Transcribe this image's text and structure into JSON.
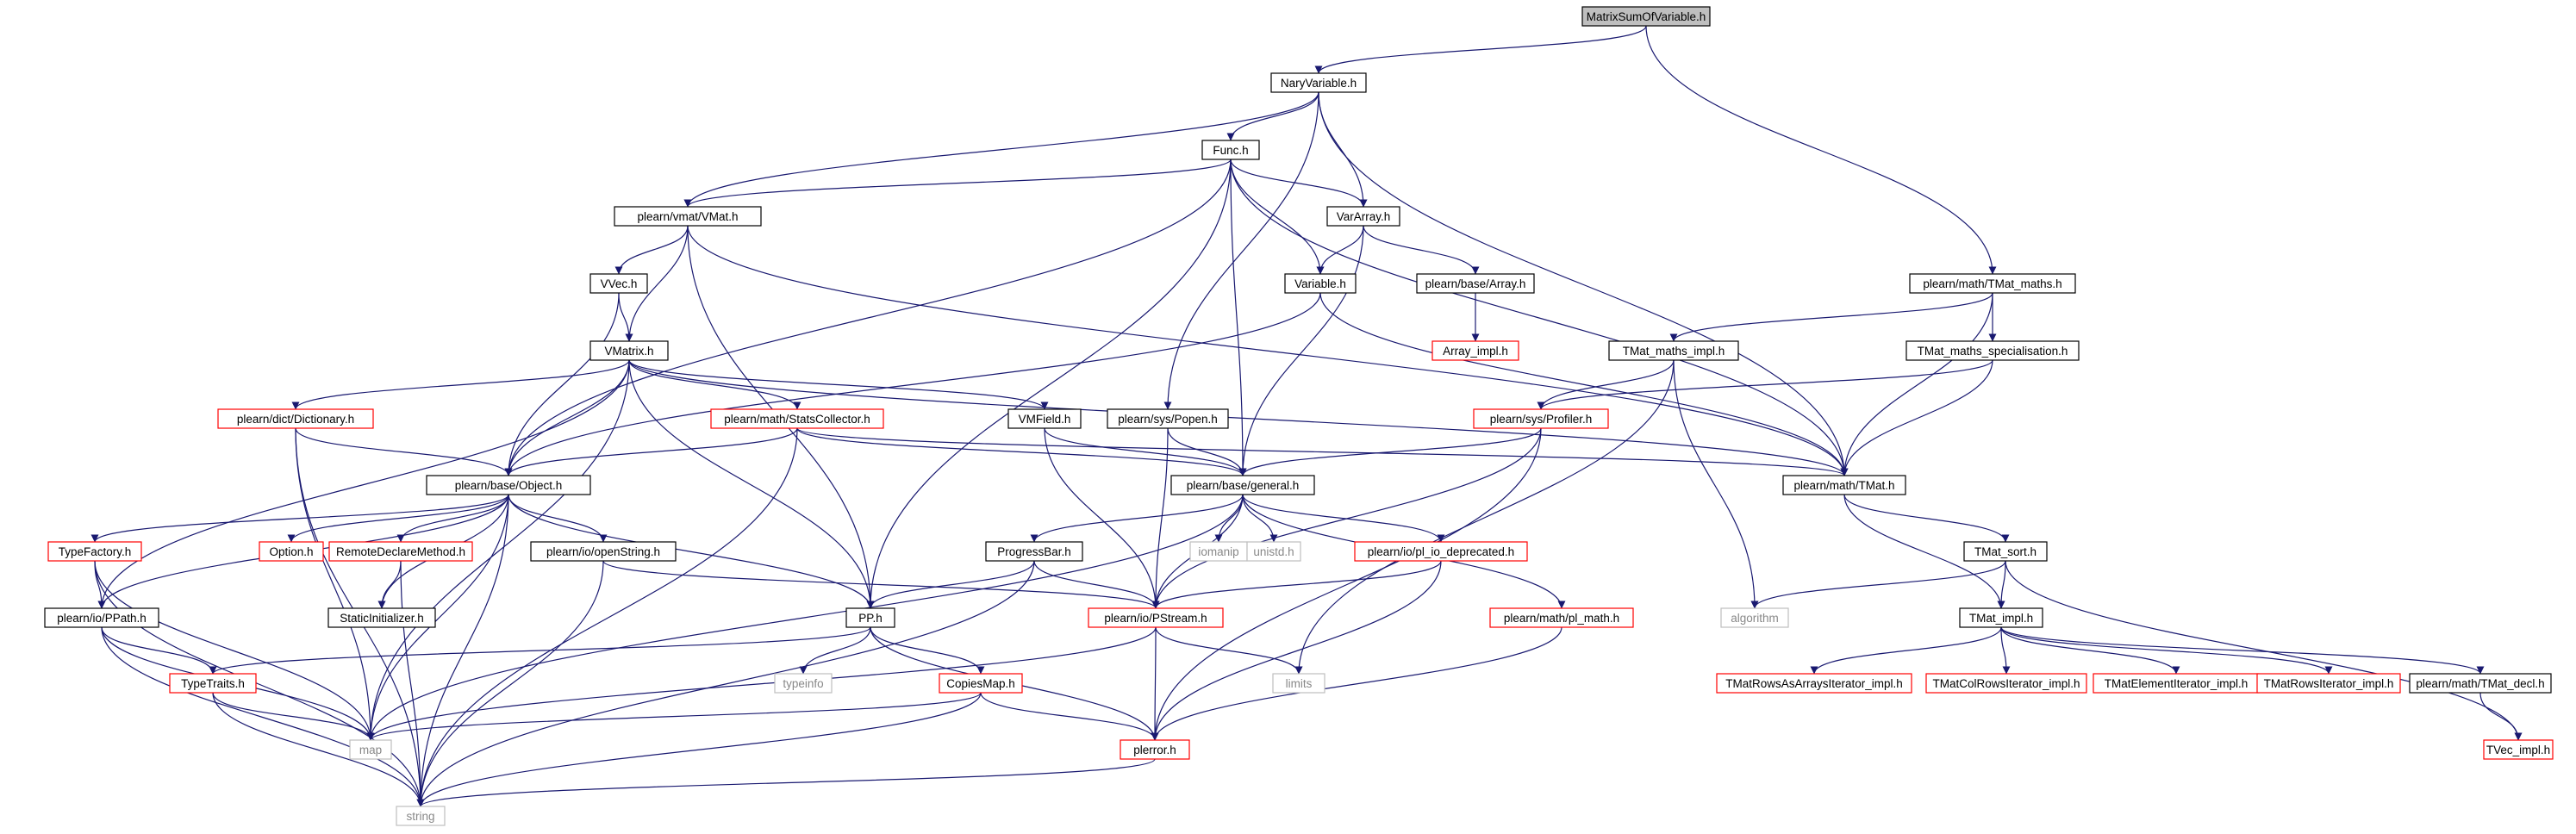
{
  "graph": {
    "edge_color": "#191970",
    "nodes": [
      {
        "id": "root",
        "label": "MatrixSumOfVariable.h",
        "style": "root"
      },
      {
        "id": "nary",
        "label": "NaryVariable.h",
        "style": "black"
      },
      {
        "id": "func",
        "label": "Func.h",
        "style": "black"
      },
      {
        "id": "vmat",
        "label": "plearn/vmat/VMat.h",
        "style": "black"
      },
      {
        "id": "vararray",
        "label": "VarArray.h",
        "style": "black"
      },
      {
        "id": "variable",
        "label": "Variable.h",
        "style": "black"
      },
      {
        "id": "basearray",
        "label": "plearn/base/Array.h",
        "style": "black"
      },
      {
        "id": "arrayimpl",
        "label": "Array_impl.h",
        "style": "red"
      },
      {
        "id": "vvec",
        "label": "VVec.h",
        "style": "black"
      },
      {
        "id": "vmatrix",
        "label": "VMatrix.h",
        "style": "black"
      },
      {
        "id": "dictionary",
        "label": "plearn/dict/Dictionary.h",
        "style": "red"
      },
      {
        "id": "stats",
        "label": "plearn/math/StatsCollector.h",
        "style": "red"
      },
      {
        "id": "vmfield",
        "label": "VMField.h",
        "style": "black"
      },
      {
        "id": "popen",
        "label": "plearn/sys/Popen.h",
        "style": "black"
      },
      {
        "id": "tmatmaths",
        "label": "plearn/math/TMat_maths.h",
        "style": "black"
      },
      {
        "id": "tmatmathsimpl",
        "label": "TMat_maths_impl.h",
        "style": "black"
      },
      {
        "id": "tmatspec",
        "label": "TMat_maths_specialisation.h",
        "style": "black"
      },
      {
        "id": "profiler",
        "label": "plearn/sys/Profiler.h",
        "style": "red"
      },
      {
        "id": "object",
        "label": "plearn/base/Object.h",
        "style": "black"
      },
      {
        "id": "general",
        "label": "plearn/base/general.h",
        "style": "black"
      },
      {
        "id": "tmat",
        "label": "plearn/math/TMat.h",
        "style": "black"
      },
      {
        "id": "typefactory",
        "label": "TypeFactory.h",
        "style": "red"
      },
      {
        "id": "option",
        "label": "Option.h",
        "style": "red"
      },
      {
        "id": "remotedecl",
        "label": "RemoteDeclareMethod.h",
        "style": "red"
      },
      {
        "id": "openstring",
        "label": "plearn/io/openString.h",
        "style": "black"
      },
      {
        "id": "progressbar",
        "label": "ProgressBar.h",
        "style": "black"
      },
      {
        "id": "iomanip",
        "label": "iomanip",
        "style": "gray"
      },
      {
        "id": "unistd",
        "label": "unistd.h",
        "style": "gray"
      },
      {
        "id": "pliodep",
        "label": "plearn/io/pl_io_deprecated.h",
        "style": "red"
      },
      {
        "id": "tmatsort",
        "label": "TMat_sort.h",
        "style": "black"
      },
      {
        "id": "staticinit",
        "label": "StaticInitializer.h",
        "style": "black"
      },
      {
        "id": "ppath",
        "label": "plearn/io/PPath.h",
        "style": "black"
      },
      {
        "id": "pp",
        "label": "PP.h",
        "style": "black"
      },
      {
        "id": "pstream",
        "label": "plearn/io/PStream.h",
        "style": "red"
      },
      {
        "id": "plmath",
        "label": "plearn/math/pl_math.h",
        "style": "red"
      },
      {
        "id": "algorithm",
        "label": "algorithm",
        "style": "gray"
      },
      {
        "id": "tmatimpl",
        "label": "TMat_impl.h",
        "style": "black"
      },
      {
        "id": "typeinfo",
        "label": "typeinfo",
        "style": "gray"
      },
      {
        "id": "typetraits",
        "label": "TypeTraits.h",
        "style": "red"
      },
      {
        "id": "copiesmap",
        "label": "CopiesMap.h",
        "style": "red"
      },
      {
        "id": "limits",
        "label": "limits",
        "style": "gray"
      },
      {
        "id": "rowsarrays",
        "label": "TMatRowsAsArraysIterator_impl.h",
        "style": "red"
      },
      {
        "id": "colrows",
        "label": "TMatColRowsIterator_impl.h",
        "style": "red"
      },
      {
        "id": "elemit",
        "label": "TMatElementIterator_impl.h",
        "style": "red"
      },
      {
        "id": "rowsit",
        "label": "TMatRowsIterator_impl.h",
        "style": "red"
      },
      {
        "id": "tmatdecl",
        "label": "plearn/math/TMat_decl.h",
        "style": "black"
      },
      {
        "id": "map",
        "label": "map",
        "style": "gray"
      },
      {
        "id": "plerror",
        "label": "plerror.h",
        "style": "red"
      },
      {
        "id": "tvecimpl",
        "label": "TVec_impl.h",
        "style": "red"
      },
      {
        "id": "string",
        "label": "string",
        "style": "gray"
      }
    ],
    "edges": [
      [
        "root",
        "nary"
      ],
      [
        "root",
        "tmatmaths"
      ],
      [
        "nary",
        "func"
      ],
      [
        "nary",
        "vararray"
      ],
      [
        "nary",
        "vmat"
      ],
      [
        "nary",
        "tmat"
      ],
      [
        "nary",
        "popen"
      ],
      [
        "func",
        "vmat"
      ],
      [
        "func",
        "vararray"
      ],
      [
        "func",
        "variable"
      ],
      [
        "func",
        "object"
      ],
      [
        "func",
        "general"
      ],
      [
        "func",
        "pp"
      ],
      [
        "func",
        "tmat"
      ],
      [
        "vmat",
        "vvec"
      ],
      [
        "vmat",
        "vmatrix"
      ],
      [
        "vmat",
        "pp"
      ],
      [
        "vmat",
        "tmat"
      ],
      [
        "vararray",
        "variable"
      ],
      [
        "vararray",
        "basearray"
      ],
      [
        "vararray",
        "general"
      ],
      [
        "variable",
        "object"
      ],
      [
        "variable",
        "tmat"
      ],
      [
        "basearray",
        "arrayimpl"
      ],
      [
        "vvec",
        "vmatrix"
      ],
      [
        "vvec",
        "object"
      ],
      [
        "vmatrix",
        "dictionary"
      ],
      [
        "vmatrix",
        "stats"
      ],
      [
        "vmatrix",
        "vmfield"
      ],
      [
        "vmatrix",
        "object"
      ],
      [
        "vmatrix",
        "pp"
      ],
      [
        "vmatrix",
        "ppath"
      ],
      [
        "vmatrix",
        "tmat"
      ],
      [
        "vmatrix",
        "map"
      ],
      [
        "dictionary",
        "object"
      ],
      [
        "dictionary",
        "map"
      ],
      [
        "dictionary",
        "string"
      ],
      [
        "stats",
        "object"
      ],
      [
        "stats",
        "general"
      ],
      [
        "stats",
        "tmat"
      ],
      [
        "stats",
        "string"
      ],
      [
        "vmfield",
        "general"
      ],
      [
        "vmfield",
        "pstream"
      ],
      [
        "popen",
        "general"
      ],
      [
        "popen",
        "pstream"
      ],
      [
        "tmatmaths",
        "tmatmathsimpl"
      ],
      [
        "tmatmaths",
        "tmatspec"
      ],
      [
        "tmatmaths",
        "tmat"
      ],
      [
        "tmatmathsimpl",
        "profiler"
      ],
      [
        "tmatmathsimpl",
        "algorithm"
      ],
      [
        "tmatmathsimpl",
        "limits"
      ],
      [
        "tmatspec",
        "profiler"
      ],
      [
        "tmatspec",
        "tmat"
      ],
      [
        "profiler",
        "general"
      ],
      [
        "profiler",
        "pstream"
      ],
      [
        "profiler",
        "plerror"
      ],
      [
        "object",
        "typefactory"
      ],
      [
        "object",
        "option"
      ],
      [
        "object",
        "remotedecl"
      ],
      [
        "object",
        "openstring"
      ],
      [
        "object",
        "staticinit"
      ],
      [
        "object",
        "ppath"
      ],
      [
        "object",
        "pp"
      ],
      [
        "object",
        "map"
      ],
      [
        "object",
        "string"
      ],
      [
        "general",
        "progressbar"
      ],
      [
        "general",
        "iomanip"
      ],
      [
        "general",
        "unistd"
      ],
      [
        "general",
        "pliodep"
      ],
      [
        "general",
        "plmath"
      ],
      [
        "general",
        "pstream"
      ],
      [
        "general",
        "map"
      ],
      [
        "tmat",
        "tmatsort"
      ],
      [
        "tmat",
        "tmatimpl"
      ],
      [
        "typefactory",
        "ppath"
      ],
      [
        "typefactory",
        "map"
      ],
      [
        "typefactory",
        "string"
      ],
      [
        "remotedecl",
        "staticinit"
      ],
      [
        "remotedecl",
        "string"
      ],
      [
        "openstring",
        "pstream"
      ],
      [
        "openstring",
        "string"
      ],
      [
        "progressbar",
        "pp"
      ],
      [
        "progressbar",
        "pstream"
      ],
      [
        "progressbar",
        "string"
      ],
      [
        "pliodep",
        "pstream"
      ],
      [
        "pliodep",
        "plerror"
      ],
      [
        "tmatsort",
        "algorithm"
      ],
      [
        "tmatsort",
        "tmatimpl"
      ],
      [
        "tmatsort",
        "tvecimpl"
      ],
      [
        "ppath",
        "typetraits"
      ],
      [
        "ppath",
        "map"
      ],
      [
        "ppath",
        "string"
      ],
      [
        "pp",
        "typeinfo"
      ],
      [
        "pp",
        "copiesmap"
      ],
      [
        "pp",
        "typetraits"
      ],
      [
        "pp",
        "plerror"
      ],
      [
        "pstream",
        "limits"
      ],
      [
        "pstream",
        "map"
      ],
      [
        "pstream",
        "plerror"
      ],
      [
        "plmath",
        "plerror"
      ],
      [
        "tmatimpl",
        "rowsarrays"
      ],
      [
        "tmatimpl",
        "colrows"
      ],
      [
        "tmatimpl",
        "elemit"
      ],
      [
        "tmatimpl",
        "rowsit"
      ],
      [
        "tmatimpl",
        "tmatdecl"
      ],
      [
        "tmatdecl",
        "tvecimpl"
      ],
      [
        "typetraits",
        "map"
      ],
      [
        "typetraits",
        "string"
      ],
      [
        "copiesmap",
        "map"
      ],
      [
        "copiesmap",
        "plerror"
      ],
      [
        "copiesmap",
        "string"
      ],
      [
        "plerror",
        "string"
      ]
    ]
  }
}
